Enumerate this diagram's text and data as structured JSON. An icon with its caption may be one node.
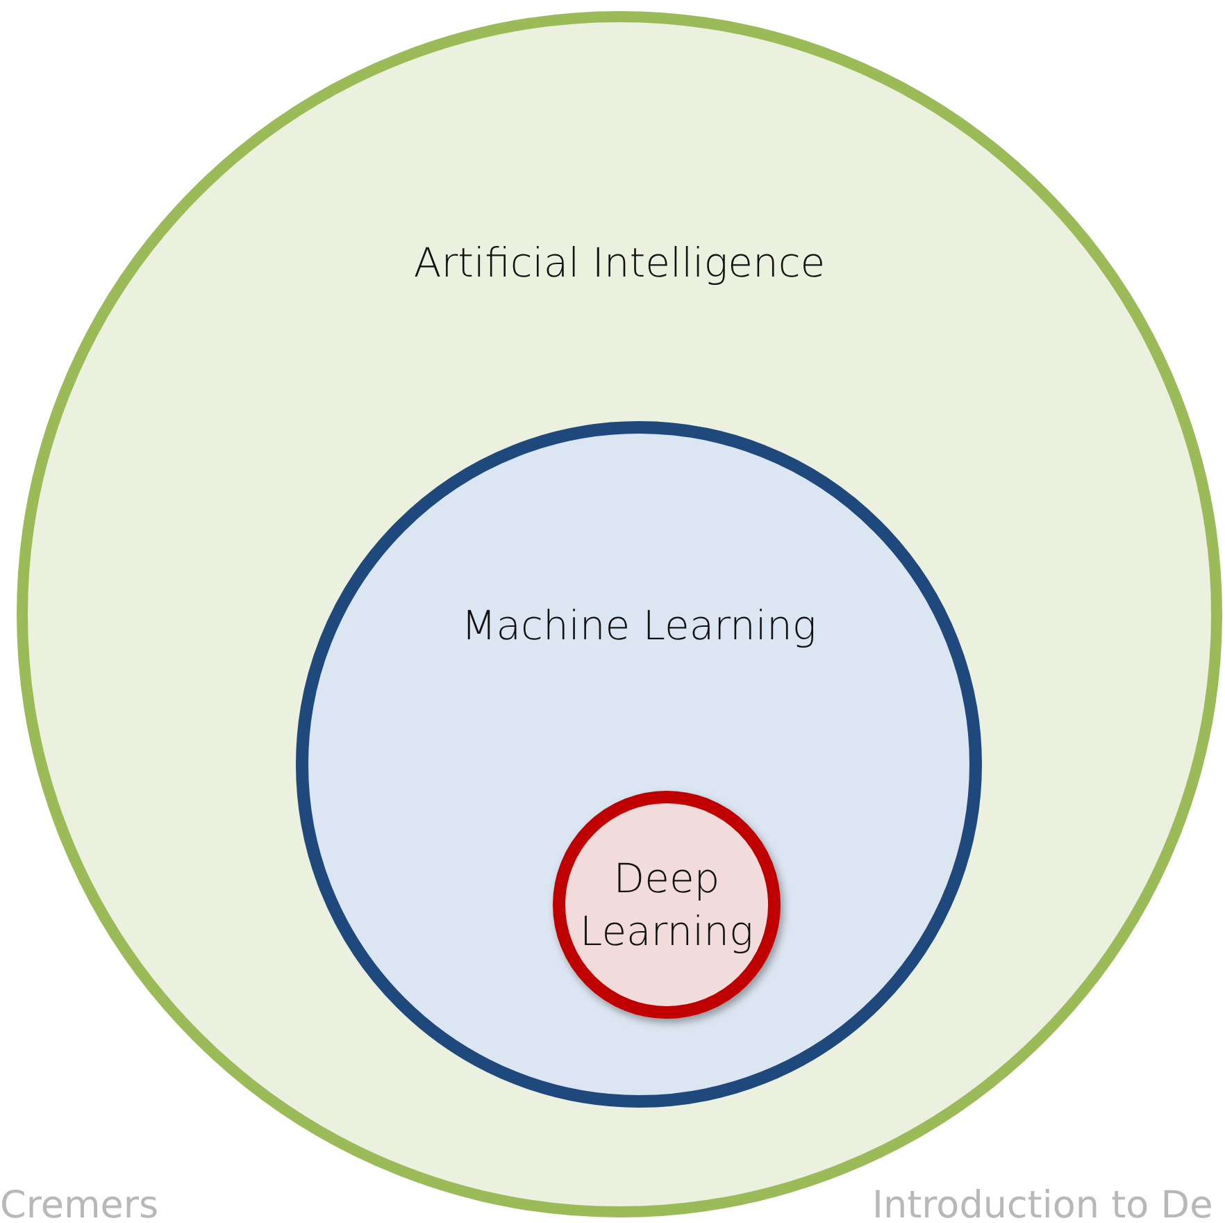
{
  "diagram": {
    "nodes": [
      {
        "text": [
          "Artificial Intelligence"
        ]
      },
      {
        "text": [
          "Machine Learning"
        ],
        "in": 0
      },
      {
        "text": [
          "Deep Learning"
        ],
        "in": 1
      }
    ],
    "labels": [
      "Cremers",
      "Introduction to De"
    ]
  }
}
